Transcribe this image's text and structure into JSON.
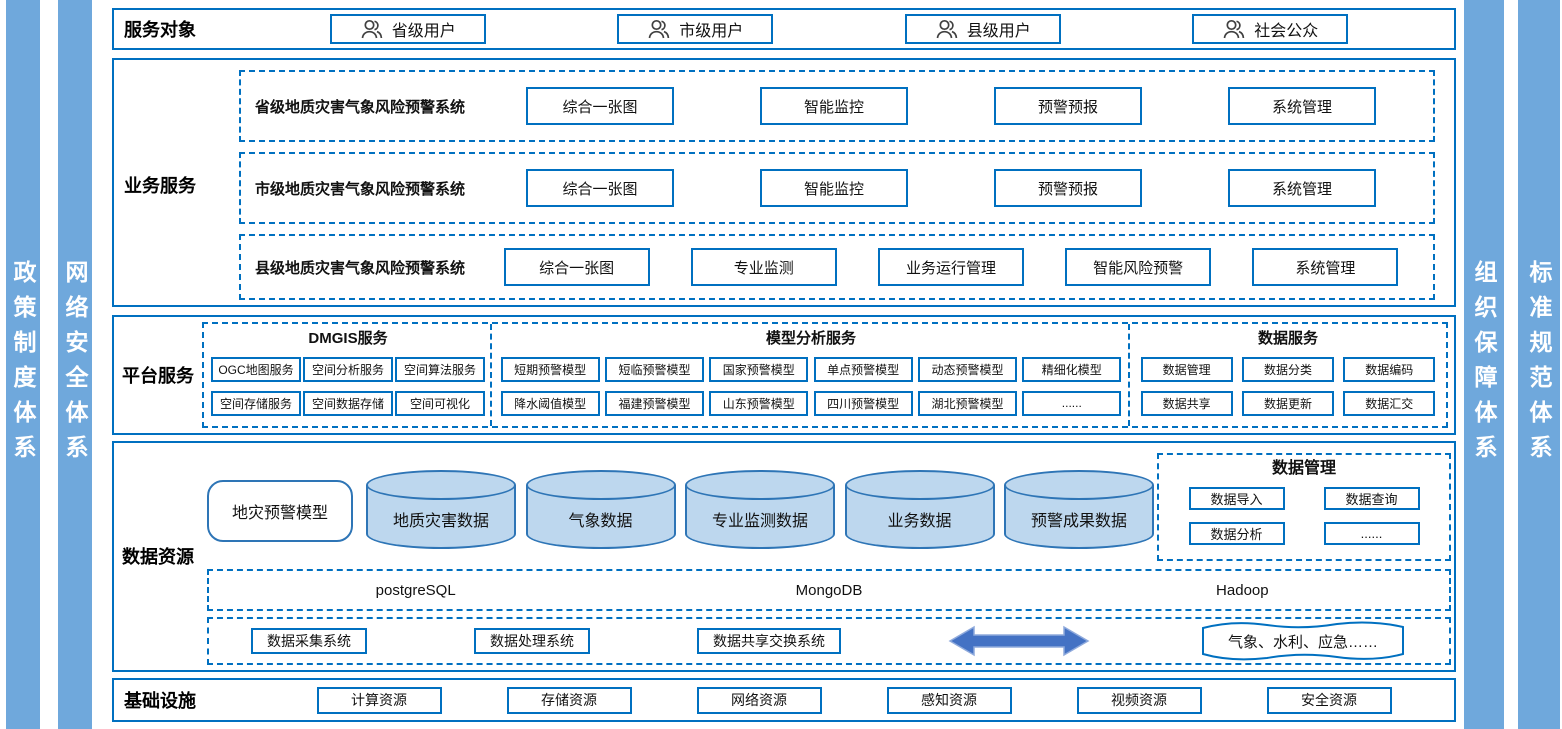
{
  "colors": {
    "accent": "#0070C0",
    "sidebar": "#6FA8DC",
    "cylinder_fill": "#BDD7EE",
    "cylinder_border": "#2E75B6",
    "arrow_fill": "#4472C4"
  },
  "side_bars": {
    "left1": "政策制度体系",
    "left2": "网络安全体系",
    "right1": "组织保障体系",
    "right2": "标准规范体系"
  },
  "service_targets": {
    "row_label": "服务对象",
    "items": [
      "省级用户",
      "市级用户",
      "县级用户",
      "社会公众"
    ]
  },
  "business_services": {
    "row_label": "业务服务",
    "systems": [
      {
        "name": "省级地质灾害气象风险预警系统",
        "modules": [
          "综合一张图",
          "智能监控",
          "预警预报",
          "系统管理"
        ]
      },
      {
        "name": "市级地质灾害气象风险预警系统",
        "modules": [
          "综合一张图",
          "智能监控",
          "预警预报",
          "系统管理"
        ]
      },
      {
        "name": "县级地质灾害气象风险预警系统",
        "modules": [
          "综合一张图",
          "专业监测",
          "业务运行管理",
          "智能风险预警",
          "系统管理"
        ]
      }
    ]
  },
  "platform_services": {
    "row_label": "平台服务",
    "groups": [
      {
        "title": "DMGIS服务",
        "items": [
          "OGC地图服务",
          "空间分析服务",
          "空间算法服务",
          "空间存储服务",
          "空间数据存储",
          "空间可视化"
        ]
      },
      {
        "title": "模型分析服务",
        "items": [
          "短期预警模型",
          "短临预警模型",
          "国家预警模型",
          "单点预警模型",
          "动态预警模型",
          "精细化模型",
          "降水阈值模型",
          "福建预警模型",
          "山东预警模型",
          "四川预警模型",
          "湖北预警模型",
          "......"
        ]
      },
      {
        "title": "数据服务",
        "items": [
          "数据管理",
          "数据分类",
          "数据编码",
          "数据共享",
          "数据更新",
          "数据汇交"
        ]
      }
    ]
  },
  "data_resources": {
    "row_label": "数据资源",
    "model_box": "地灾预警模型",
    "cylinders": [
      "地质灾害数据",
      "气象数据",
      "专业监测数据",
      "业务数据",
      "预警成果数据"
    ],
    "data_management": {
      "title": "数据管理",
      "items": [
        "数据导入",
        "数据查询",
        "数据分析",
        "......"
      ]
    },
    "databases": [
      "postgreSQL",
      "MongoDB",
      "Hadoop"
    ],
    "systems": [
      "数据采集系统",
      "数据处理系统",
      "数据共享交换系统"
    ],
    "external": "气象、水利、应急……"
  },
  "infrastructure": {
    "row_label": "基础设施",
    "items": [
      "计算资源",
      "存储资源",
      "网络资源",
      "感知资源",
      "视频资源",
      "安全资源"
    ]
  }
}
